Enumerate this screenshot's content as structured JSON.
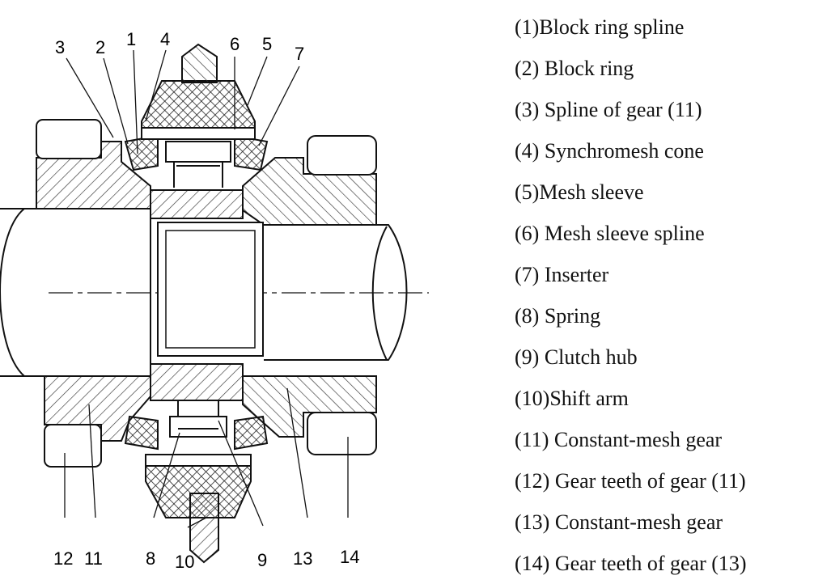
{
  "callouts": {
    "c1": "1",
    "c2": "2",
    "c3": "3",
    "c4": "4",
    "c5": "5",
    "c6": "6",
    "c7": "7",
    "c8": "8",
    "c9": "9",
    "c10": "10",
    "c11": "11",
    "c12": "12",
    "c13": "13",
    "c14": "14"
  },
  "legend": [
    "(1)Block ring spline",
    "(2) Block ring",
    "(3) Spline of gear (11)",
    "(4) Synchromesh cone",
    "(5)Mesh sleeve",
    "(6) Mesh sleeve spline",
    "(7) Inserter",
    "(8) Spring",
    "(9) Clutch hub",
    "(10)Shift arm",
    "(11) Constant-mesh gear",
    "(12) Gear teeth of gear (11)",
    "(13) Constant-mesh gear",
    "(14) Gear teeth of gear (13)"
  ]
}
